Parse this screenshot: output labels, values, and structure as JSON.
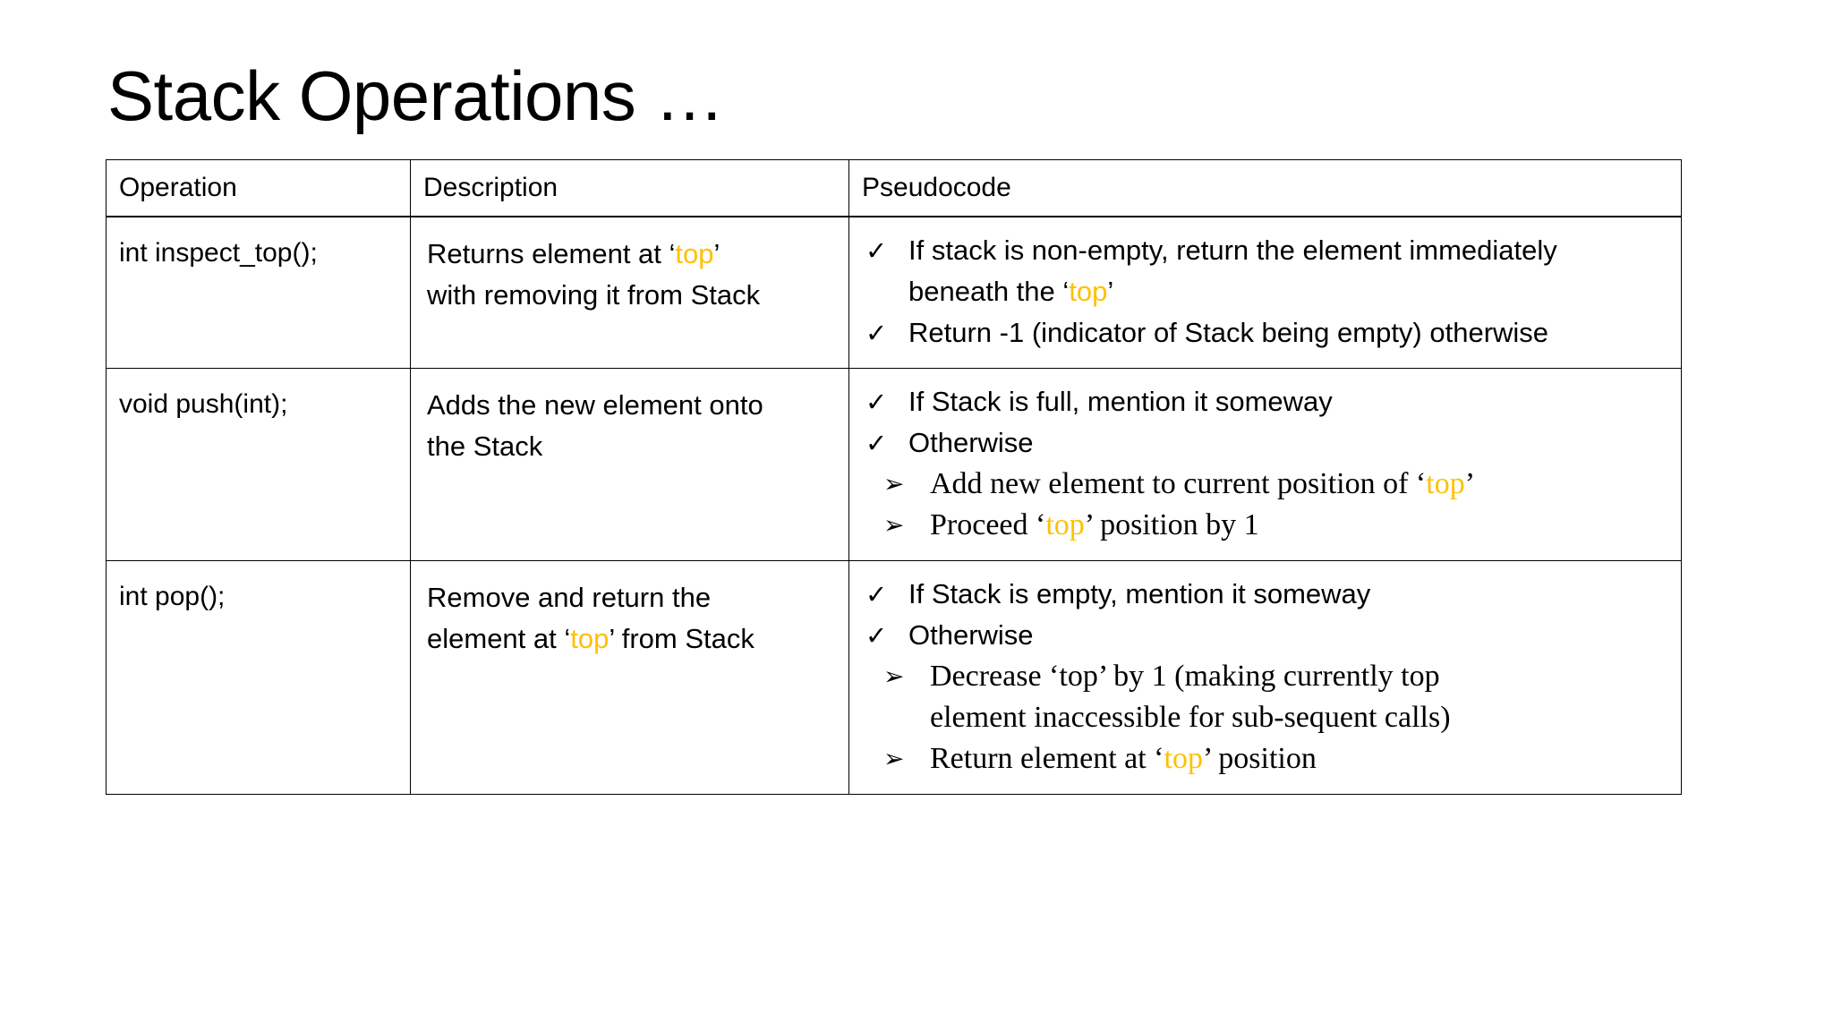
{
  "slide": {
    "title": "Stack Operations …",
    "accent_color": "#FFC000",
    "text_color": "#000000",
    "background_color": "#FFFFFF",
    "border_color": "#000000"
  },
  "icons": {
    "check": "✓",
    "arrow": "➢"
  },
  "table": {
    "headers": {
      "operation": "Operation",
      "description": "Description",
      "pseudocode": "Pseudocode"
    },
    "rows": [
      {
        "operation": "int inspect_top();",
        "description": {
          "line1_before": "Returns element at ‘",
          "line1_kw": "top",
          "line1_after": "’",
          "line2": "with removing it from Stack"
        },
        "pseudocode": {
          "items": [
            {
              "line1": "If stack is non-empty, return the element immediately",
              "line2_before": "beneath the ‘",
              "line2_kw": "top",
              "line2_after": "’"
            },
            {
              "line1": "Return -1 (indicator of Stack being empty) otherwise"
            }
          ]
        }
      },
      {
        "operation": "void push(int);",
        "description": {
          "line1": "Adds the new element onto",
          "line2": "the Stack"
        },
        "pseudocode": {
          "items": [
            {
              "line1": "If Stack is full, mention it someway"
            },
            {
              "line1": "Otherwise"
            }
          ],
          "sub_items": [
            {
              "before": "Add new element to current position of ‘",
              "kw": "top",
              "after": "’"
            },
            {
              "before": "Proceed ‘",
              "kw": "top",
              "after": "’ position by 1"
            }
          ]
        }
      },
      {
        "operation": "int pop();",
        "description": {
          "line1": "Remove and return the",
          "line2_before": "element at ‘",
          "line2_kw": "top",
          "line2_after": "’ from Stack"
        },
        "pseudocode": {
          "items": [
            {
              "line1": "If Stack is empty, mention it someway"
            },
            {
              "line1": "Otherwise"
            }
          ],
          "sub_items": [
            {
              "before": "Decrease ‘top’ by 1 (making currently top",
              "line2": "element inaccessible for sub-sequent calls)"
            },
            {
              "before": "Return element at ‘",
              "kw": "top",
              "after": "’ position"
            }
          ]
        }
      }
    ]
  }
}
